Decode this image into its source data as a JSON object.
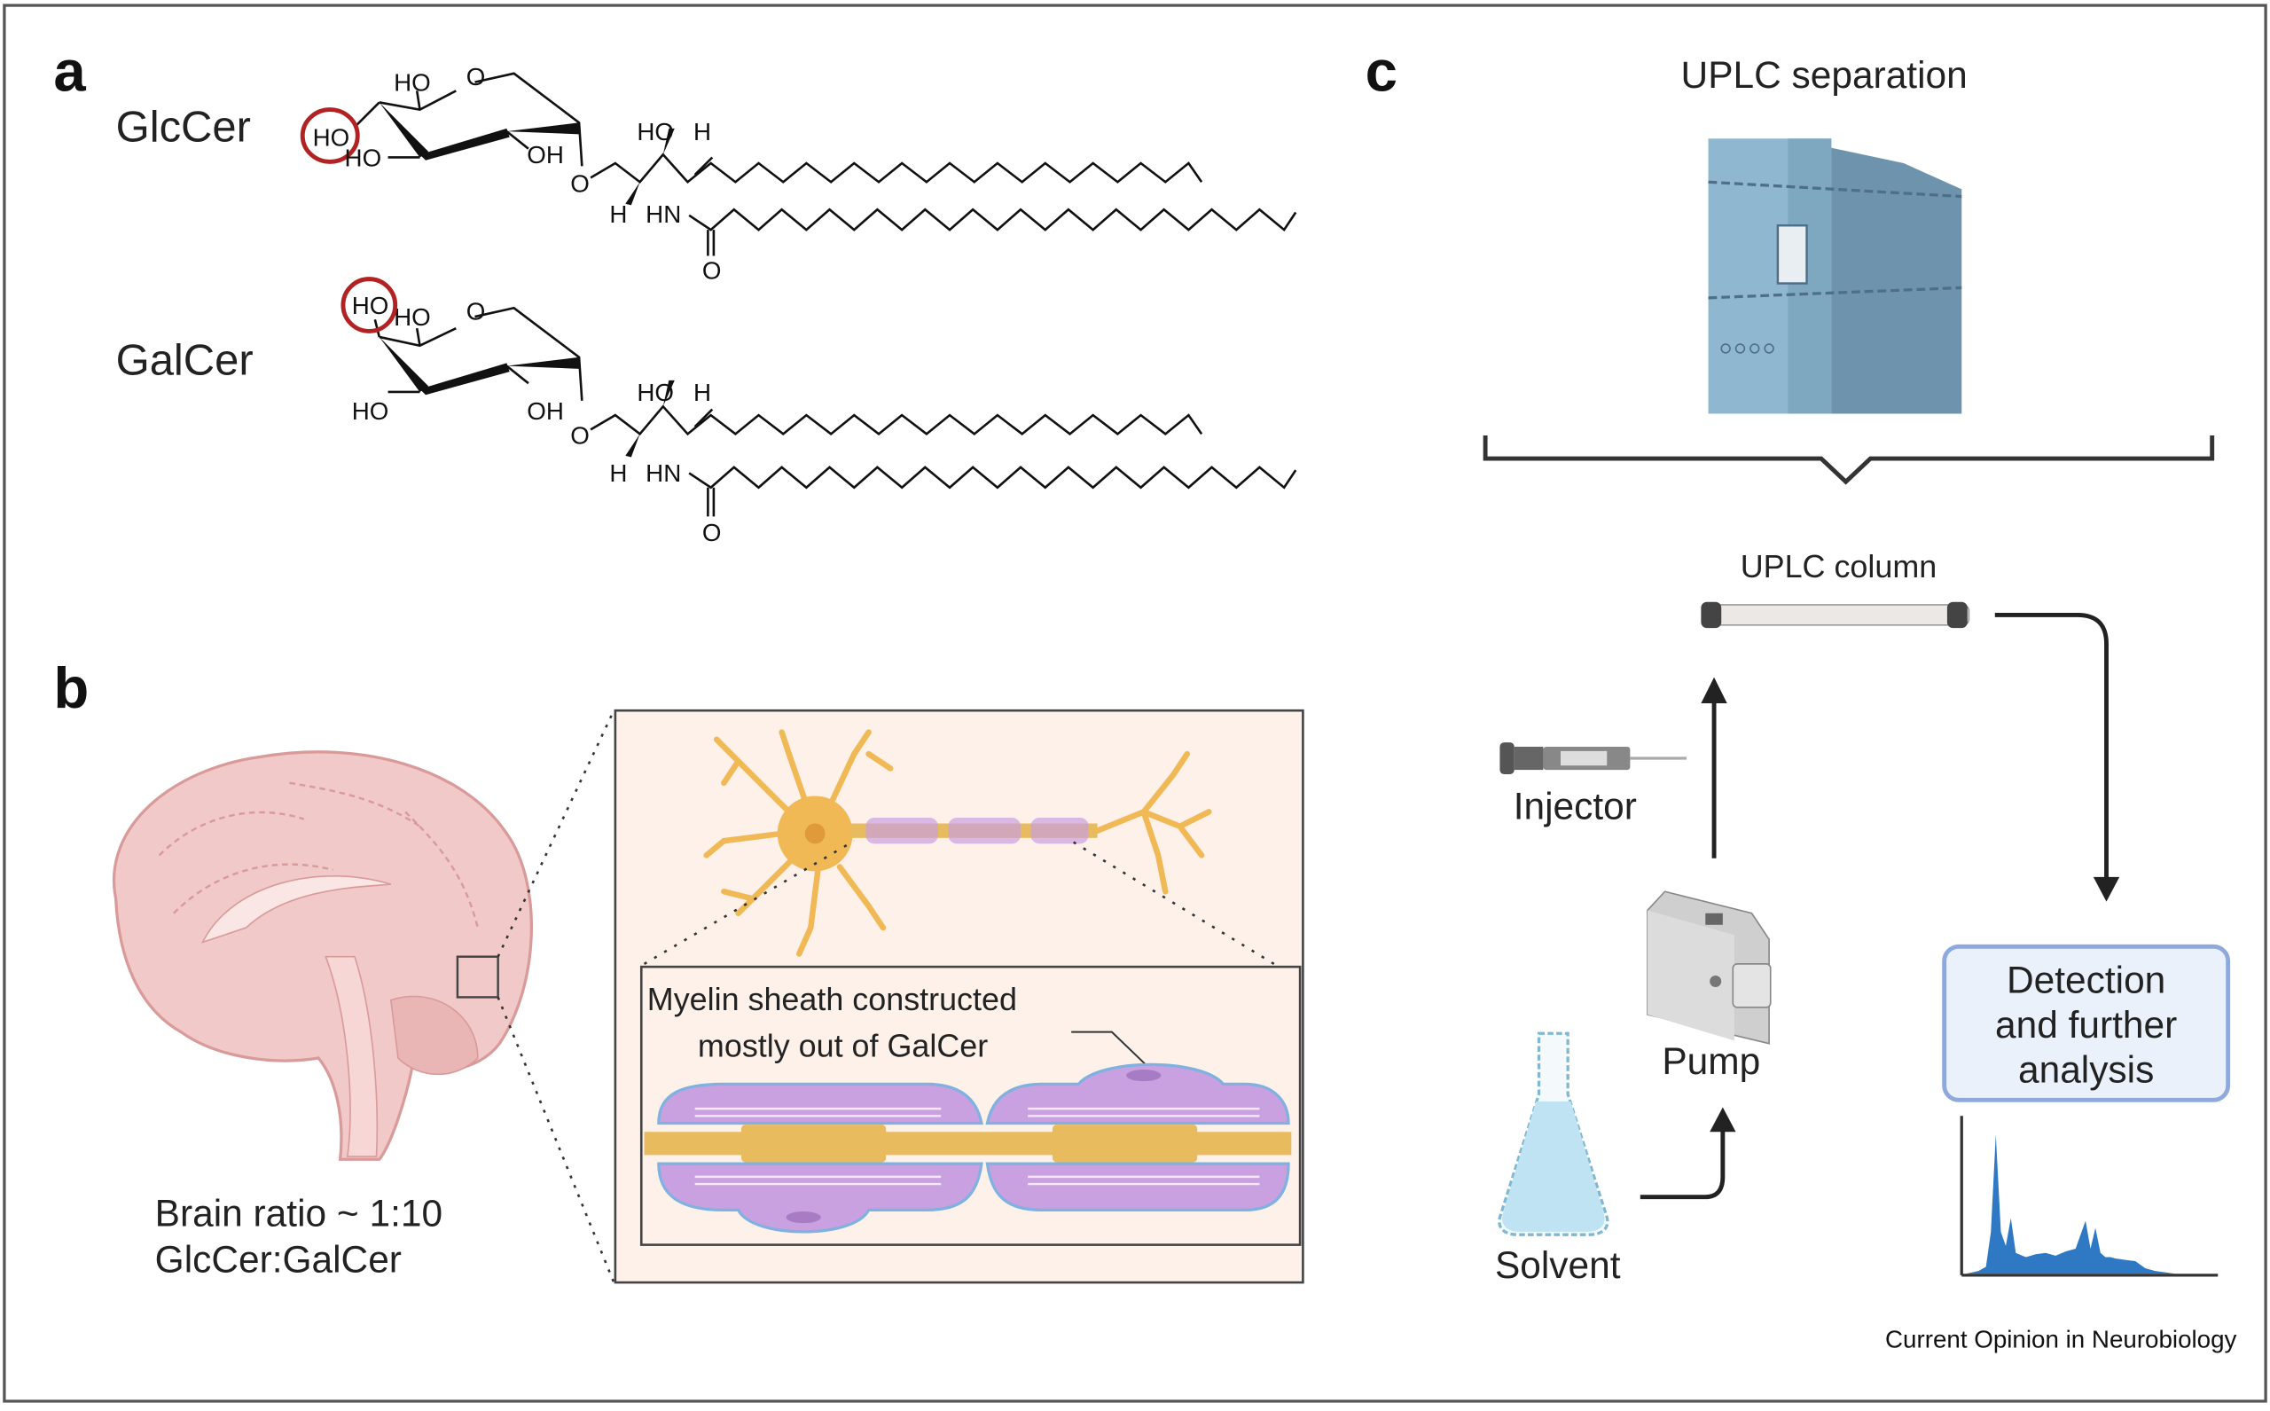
{
  "figure": {
    "credit": "Current Opinion in Neurobiology"
  },
  "panel_a": {
    "letter": "a",
    "molecules": [
      {
        "name": "GlcCer",
        "highlight_color": "#b22222",
        "atoms": {
          "ring_o": "O",
          "ho_top": "HO",
          "ho_circled": "HO",
          "ho_bottom": "HO",
          "oh_right": "OH",
          "glyco_o": "O",
          "ho_chain": "HO",
          "h_top": "H",
          "h_bottom": "H",
          "hn": "HN",
          "carbonyl_o": "O"
        }
      },
      {
        "name": "GalCer",
        "highlight_color": "#b22222",
        "atoms": {
          "ring_o": "O",
          "ho_top": "HO",
          "ho_circled": "HO",
          "ho_bottom": "HO",
          "oh_right": "OH",
          "glyco_o": "O",
          "ho_chain": "HO",
          "h_top": "H",
          "h_bottom": "H",
          "hn": "HN",
          "carbonyl_o": "O"
        }
      }
    ]
  },
  "panel_b": {
    "letter": "b",
    "brain_caption_line1": "Brain ratio ~ 1:10",
    "brain_caption_line2": "GlcCer:GalCer",
    "myelin_label_line1": "Myelin sheath constructed",
    "myelin_label_line2": "mostly out of GalCer",
    "colors": {
      "brain": "#f2c9c9",
      "brain_outline": "#d99a9a",
      "inset_bg": "#fdf1ea",
      "neuron": "#f0b955",
      "axon": "#e8bb5f",
      "myelin": "#c9a0e0",
      "myelin_outline": "#7fb2e0"
    }
  },
  "panel_c": {
    "letter": "c",
    "title": "UPLC separation",
    "column_label": "UPLC column",
    "injector_label": "Injector",
    "pump_label": "Pump",
    "solvent_label": "Solvent",
    "detection_line1": "Detection",
    "detection_line2": "and further",
    "detection_line3": "analysis",
    "colors": {
      "instrument": "#8fb8d0",
      "instrument_dark": "#6d93ad",
      "detection_box_bg": "#eaf1fb",
      "detection_box_border": "#8fa9dc",
      "chromatogram": "#2f78c4",
      "flask_liquid": "#bfe3f2"
    }
  },
  "chart_data": {
    "type": "area",
    "title": "",
    "xlabel": "",
    "ylabel": "",
    "description": "Schematic chromatogram (no axis ticks); relative intensities",
    "x": [
      0,
      5,
      8,
      10,
      12,
      14,
      16,
      18,
      20,
      24,
      28,
      32,
      36,
      40,
      44,
      48,
      50,
      52,
      54,
      56,
      58,
      60,
      64,
      68,
      72,
      76,
      80,
      84,
      90,
      100
    ],
    "values": [
      0,
      0.02,
      0.05,
      0.3,
      1.0,
      0.3,
      0.2,
      0.4,
      0.15,
      0.12,
      0.14,
      0.15,
      0.13,
      0.16,
      0.18,
      0.38,
      0.18,
      0.33,
      0.15,
      0.12,
      0.12,
      0.11,
      0.1,
      0.09,
      0.04,
      0.02,
      0.01,
      0.0,
      0.0,
      0.0
    ],
    "ylim": [
      0,
      1.05
    ],
    "xlim": [
      0,
      100
    ],
    "grid": false
  }
}
